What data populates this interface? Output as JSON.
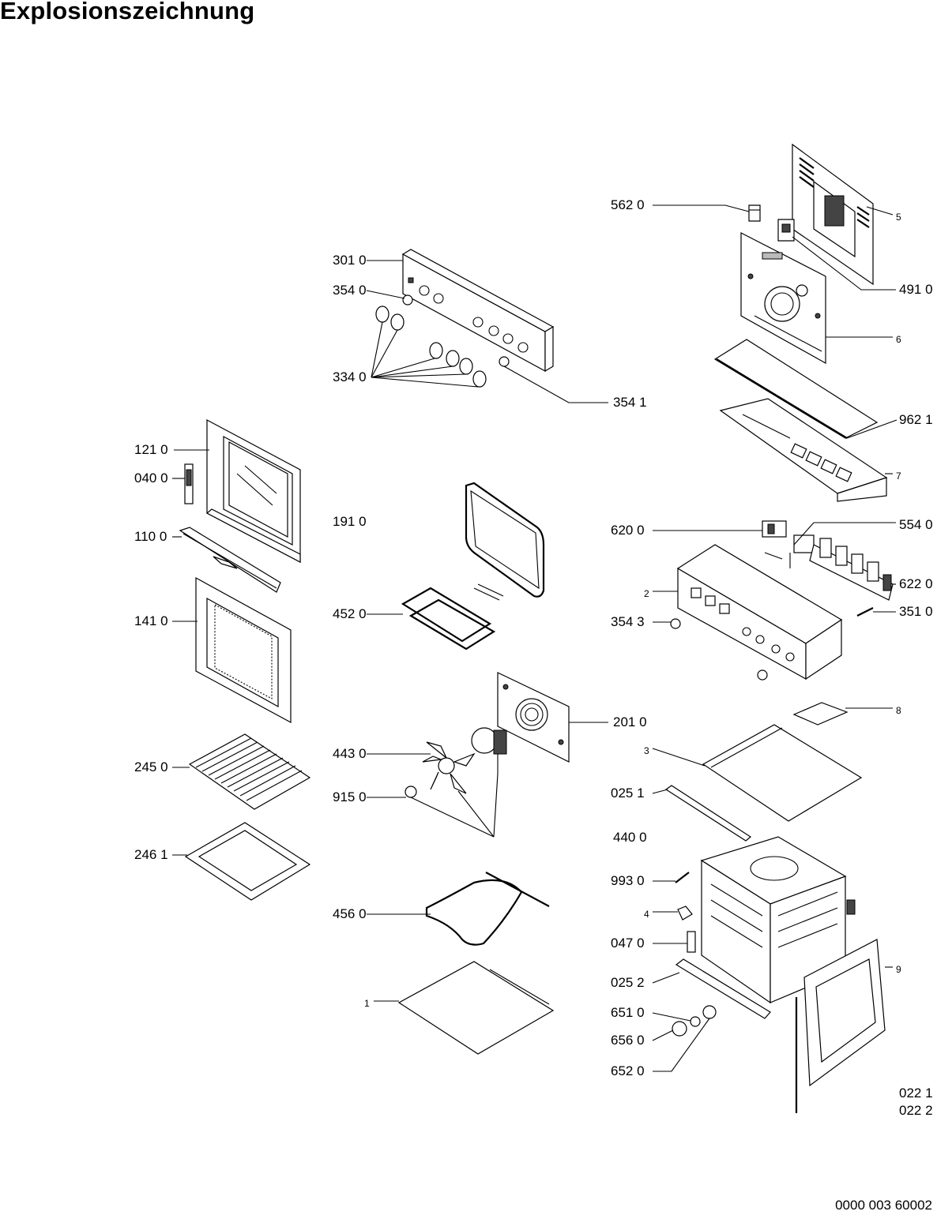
{
  "title": "Explosionszeichnung",
  "document_code": "0000 003 60002",
  "labels": {
    "l5620": "562 0",
    "l5": "5",
    "l3010": "301 0",
    "l3540": "354 0",
    "l4910": "491 0",
    "l6": "6",
    "l3340": "334 0",
    "l3541": "354 1",
    "l9621": "962 1",
    "l1210": "121 0",
    "l0400": "040 0",
    "l7": "7",
    "l1910": "191 0",
    "l1100": "110 0",
    "l6200": "620 0",
    "l5540": "554 0",
    "l2": "2",
    "l6220": "622 0",
    "l1410": "141 0",
    "l4520": "452 0",
    "l3543": "354 3",
    "l3510": "351 0",
    "l8": "8",
    "l2010": "201 0",
    "l2450": "245 0",
    "l4430": "443 0",
    "l3": "3",
    "l9150": "915 0",
    "l0251": "025 1",
    "l4400": "440 0",
    "l2461": "246 1",
    "l9930": "993 0",
    "l4": "4",
    "l4560": "456 0",
    "l0470": "047 0",
    "l9": "9",
    "l0252": "025 2",
    "l1": "1",
    "l6510": "651 0",
    "l6560": "656 0",
    "l6520": "652 0",
    "l0221": "022 1",
    "l0222": "022 2"
  }
}
